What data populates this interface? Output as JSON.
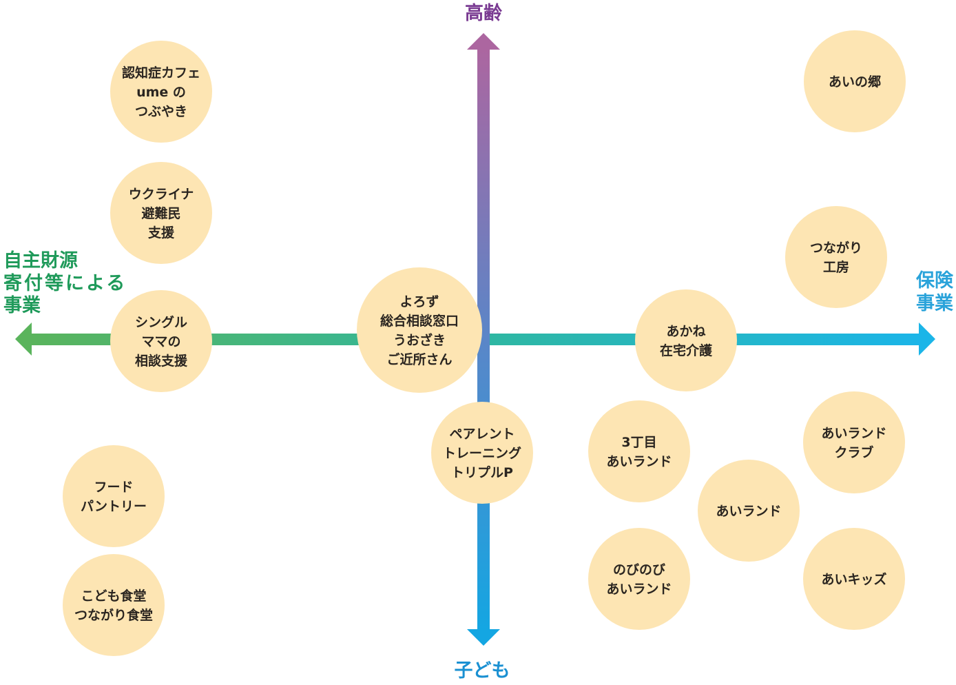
{
  "colors": {
    "circle_fill": "#fde5b3",
    "axis_left": "#5ab45c",
    "axis_right": "#1bb5e8",
    "axis_top": "#ac66a0",
    "axis_bottom": "#14a6e2",
    "label_top": "#7a3b92",
    "label_bottom": "#1a90d2",
    "label_left": "#1f9a5a",
    "label_right": "#2aa3da"
  },
  "axes": {
    "top": "高齢",
    "bottom": "子ども",
    "left": [
      "自主財源",
      "寄付等による",
      "事業"
    ],
    "right": [
      "保険",
      "事業"
    ]
  },
  "nodes": [
    {
      "id": "cafe",
      "lines": [
        "認知症カフェ",
        "ume の",
        "つぶやき"
      ]
    },
    {
      "id": "ukraine",
      "lines": [
        "ウクライナ",
        "避難民",
        "支援"
      ]
    },
    {
      "id": "single",
      "lines": [
        "シングル",
        "ママの",
        "相談支援"
      ]
    },
    {
      "id": "food",
      "lines": [
        "フード",
        "パントリー"
      ]
    },
    {
      "id": "kodomo",
      "lines": [
        "こども食堂",
        "つながり食堂"
      ]
    },
    {
      "id": "yorozu",
      "lines": [
        "よろず",
        "総合相談窓口",
        "うおざき",
        "ご近所さん"
      ]
    },
    {
      "id": "parent",
      "lines": [
        "ペアレント",
        "トレーニング",
        "トリプルP"
      ]
    },
    {
      "id": "akane",
      "lines": [
        "あかね",
        "在宅介護"
      ]
    },
    {
      "id": "ainosato",
      "lines": [
        "あいの郷"
      ]
    },
    {
      "id": "tsunagari",
      "lines": [
        "つながり",
        "工房"
      ]
    },
    {
      "id": "3chome",
      "lines": [
        "3丁目",
        "あいランド"
      ]
    },
    {
      "id": "ailand-club",
      "lines": [
        "あいランド",
        "クラブ"
      ]
    },
    {
      "id": "ailand",
      "lines": [
        "あいランド"
      ]
    },
    {
      "id": "nobinobi",
      "lines": [
        "のびのび",
        "あいランド"
      ]
    },
    {
      "id": "aikids",
      "lines": [
        "あいキッズ"
      ]
    }
  ]
}
